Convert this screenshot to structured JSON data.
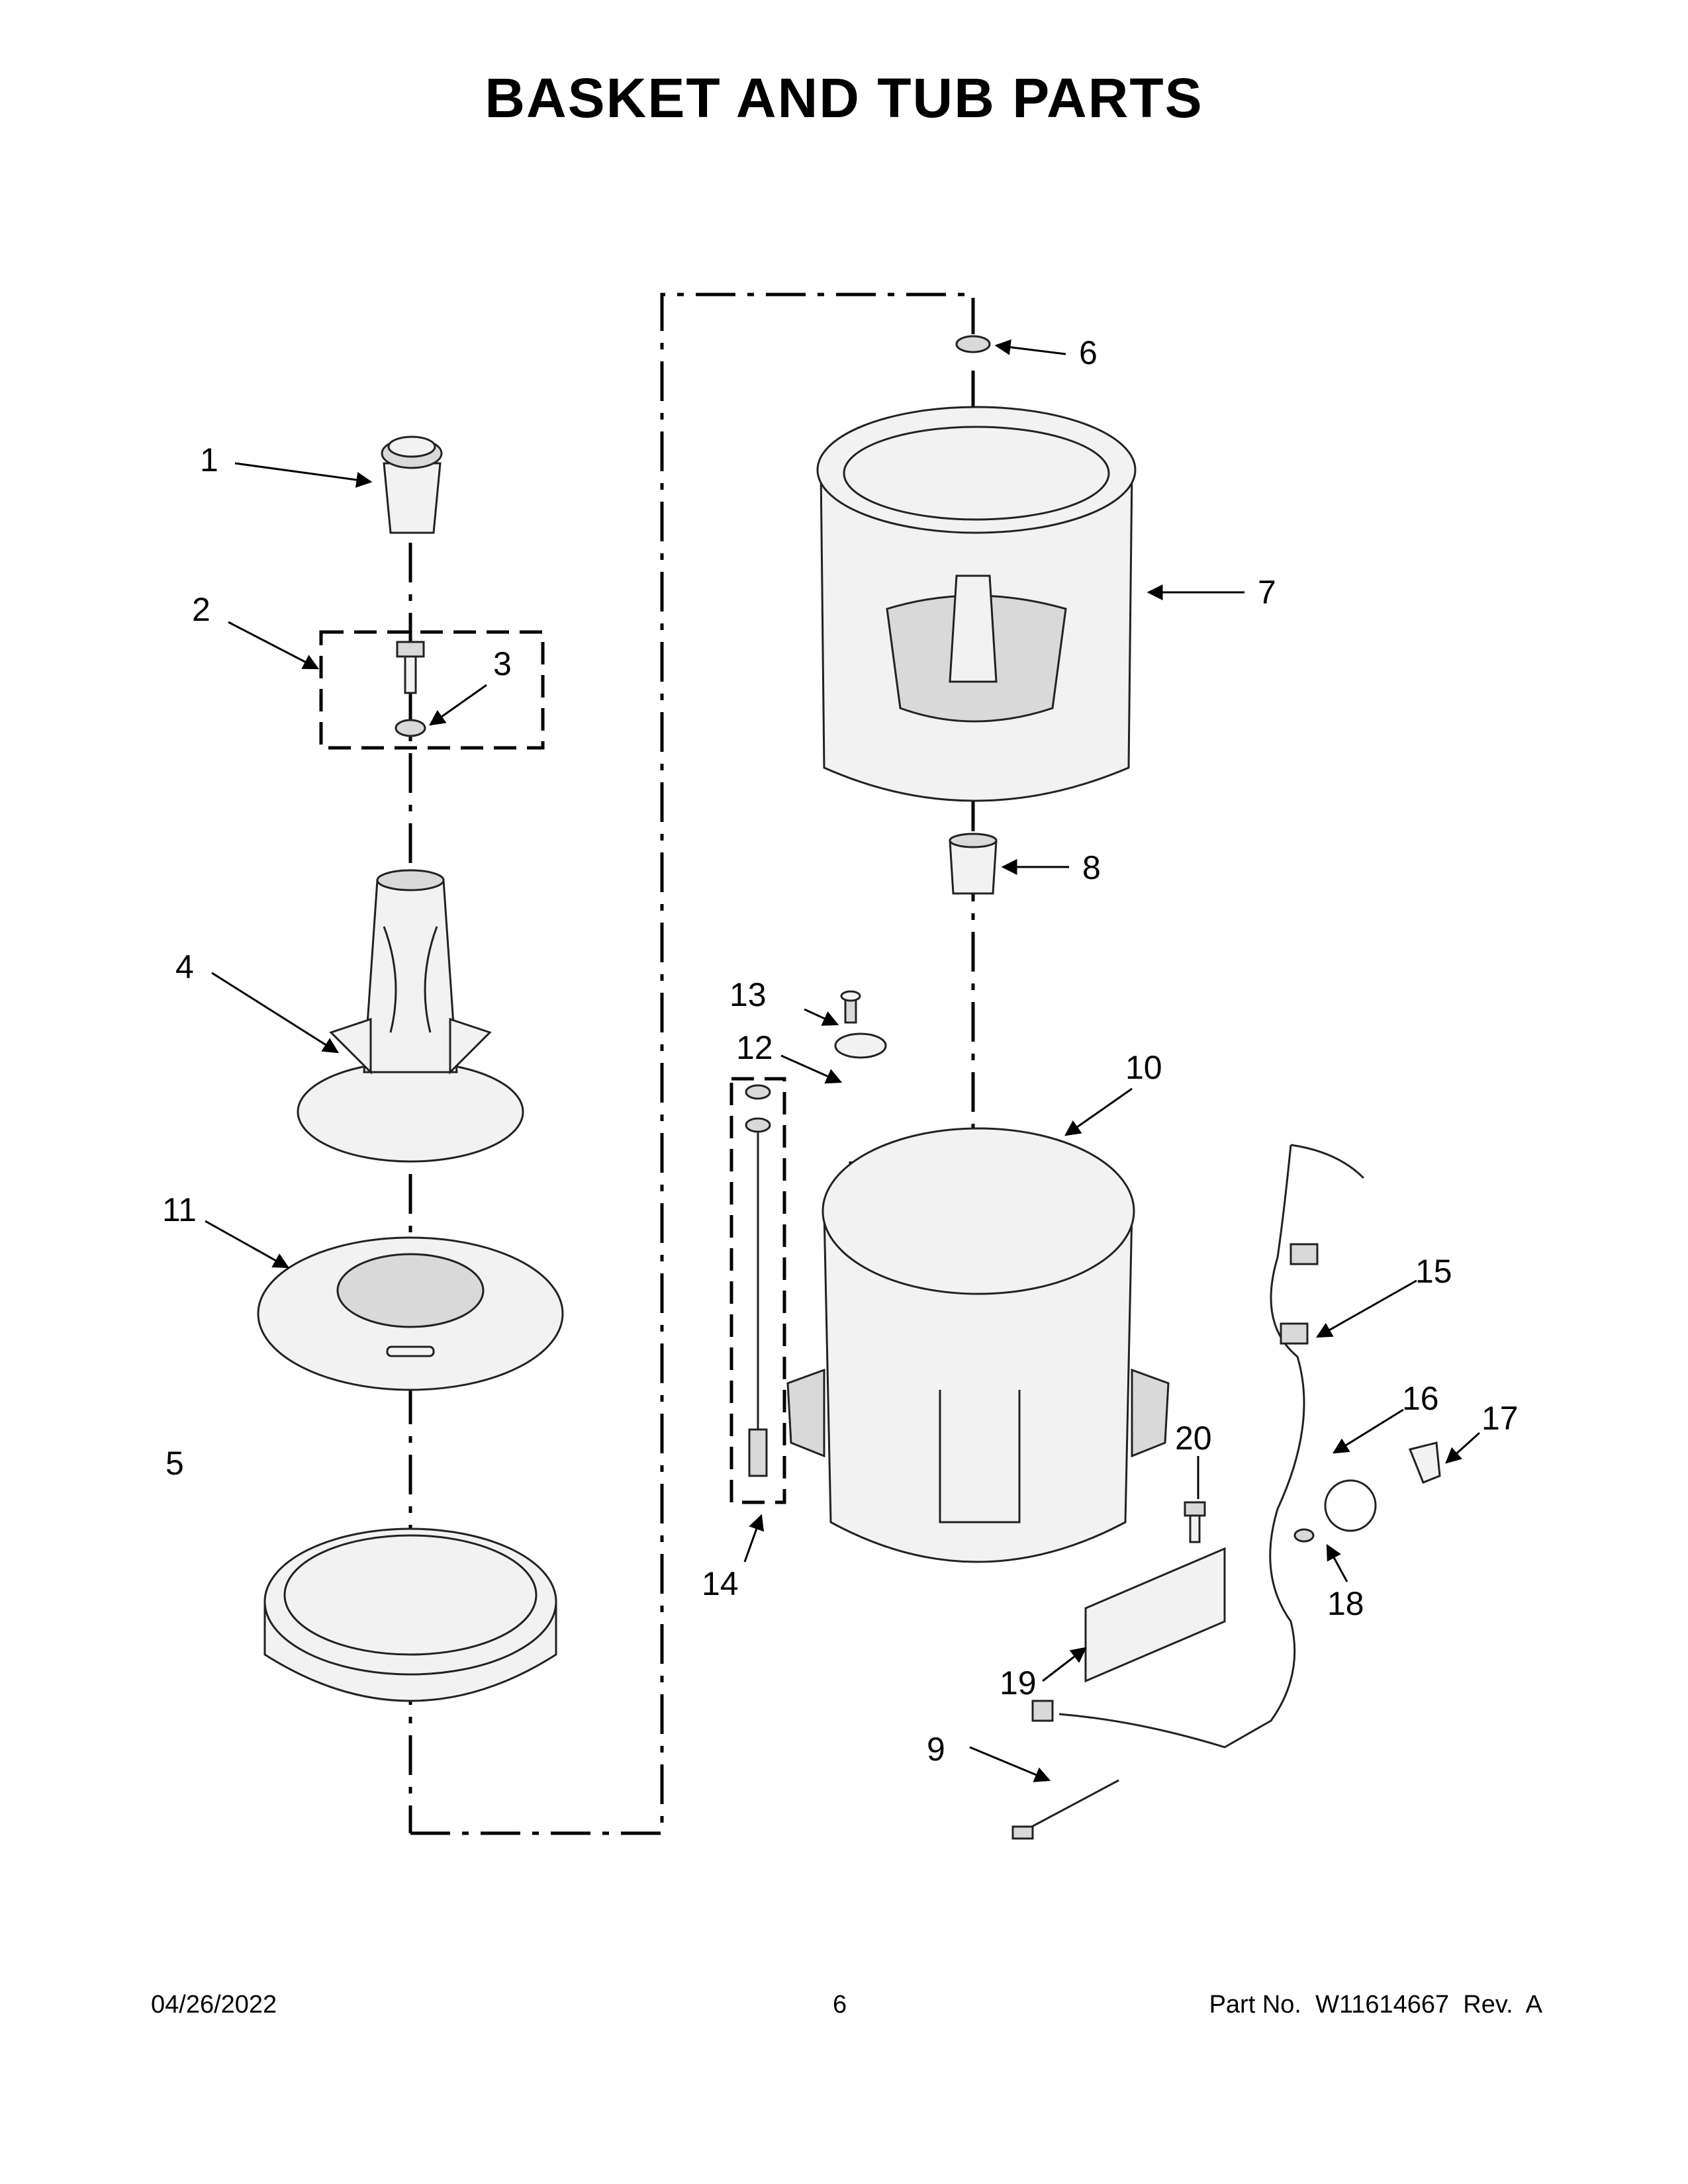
{
  "title": "BASKET AND TUB PARTS",
  "callouts": {
    "c1": "1",
    "c2": "2",
    "c3": "3",
    "c4": "4",
    "c5": "5",
    "c6": "6",
    "c7": "7",
    "c8": "8",
    "c9": "9",
    "c10": "10",
    "c11": "11",
    "c12": "12",
    "c13": "13",
    "c14": "14",
    "c15": "15",
    "c16": "16",
    "c17": "17",
    "c18": "18",
    "c19": "19",
    "c20": "20"
  },
  "footer": {
    "date": "04/26/2022",
    "page": "6",
    "part_number": "Part No.  W11614667  Rev.  A"
  }
}
